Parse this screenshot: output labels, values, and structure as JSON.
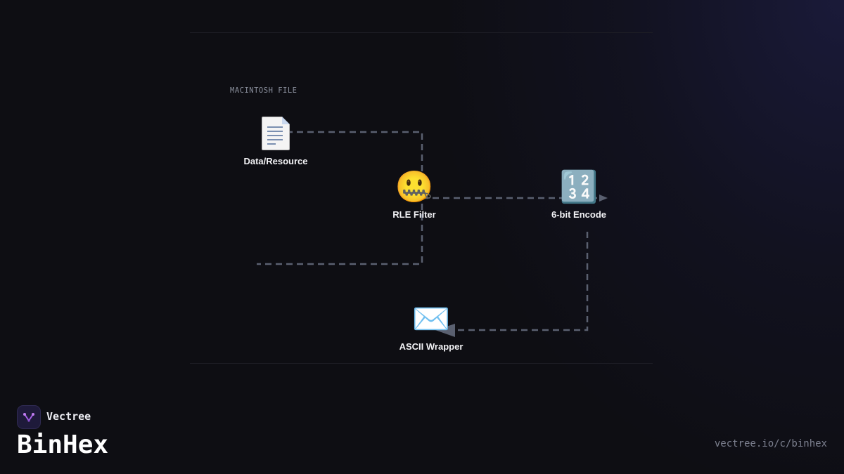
{
  "diagram": {
    "section_label": "MACINTOSH FILE",
    "nodes": [
      {
        "id": "data-resource",
        "label": "Data/Resource",
        "icon": "document-icon"
      },
      {
        "id": "rle-filter",
        "label": "RLE Filter",
        "icon": "zipper-mouth-face-icon",
        "glyph": "🤐"
      },
      {
        "id": "six-bit-encode",
        "label": "6-bit Encode",
        "icon": "numbers-1234-icon",
        "glyph": "🔢"
      },
      {
        "id": "ascii-wrapper",
        "label": "ASCII Wrapper",
        "icon": "envelope-icon",
        "glyph": "✉️"
      }
    ],
    "edge_color": "#5a6070"
  },
  "brand": {
    "name": "Vectree",
    "accent": "#a45ee5"
  },
  "footer": {
    "title": "BinHex",
    "url": "vectree.io/c/binhex"
  }
}
